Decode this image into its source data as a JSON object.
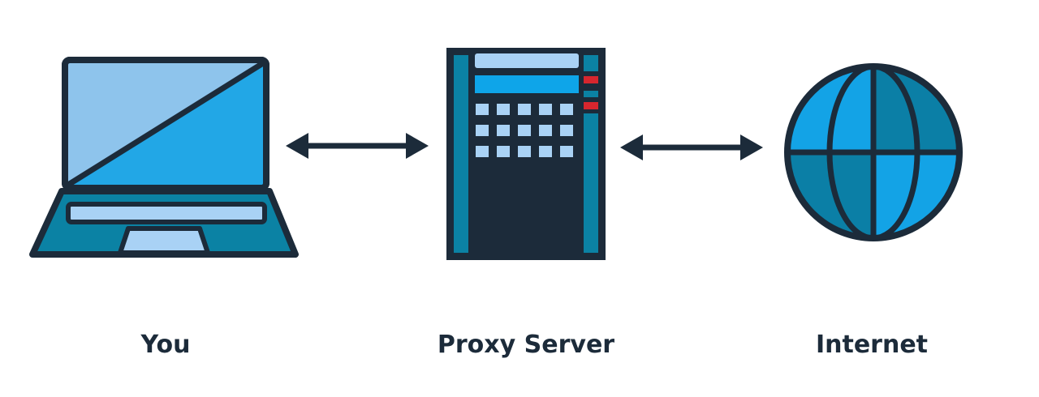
{
  "diagram": {
    "nodes": [
      {
        "id": "you",
        "label": "You",
        "icon": "laptop-icon"
      },
      {
        "id": "proxy",
        "label": "Proxy Server",
        "icon": "server-icon"
      },
      {
        "id": "internet",
        "label": "Internet",
        "icon": "globe-icon"
      }
    ],
    "edges": [
      {
        "from": "you",
        "to": "proxy",
        "direction": "bidirectional"
      },
      {
        "from": "proxy",
        "to": "internet",
        "direction": "bidirectional"
      }
    ]
  },
  "colors": {
    "outline": "#1c2b3a",
    "light_blue": "#a9d2f5",
    "mid_blue": "#8ec4ec",
    "bright_blue": "#22a7e6",
    "teal": "#0b82a4",
    "globe_blue": "#13a3e6",
    "globe_teal": "#0b7fa6",
    "server_indicator": "#d7262e",
    "server_screen": "#0ea5e9"
  }
}
